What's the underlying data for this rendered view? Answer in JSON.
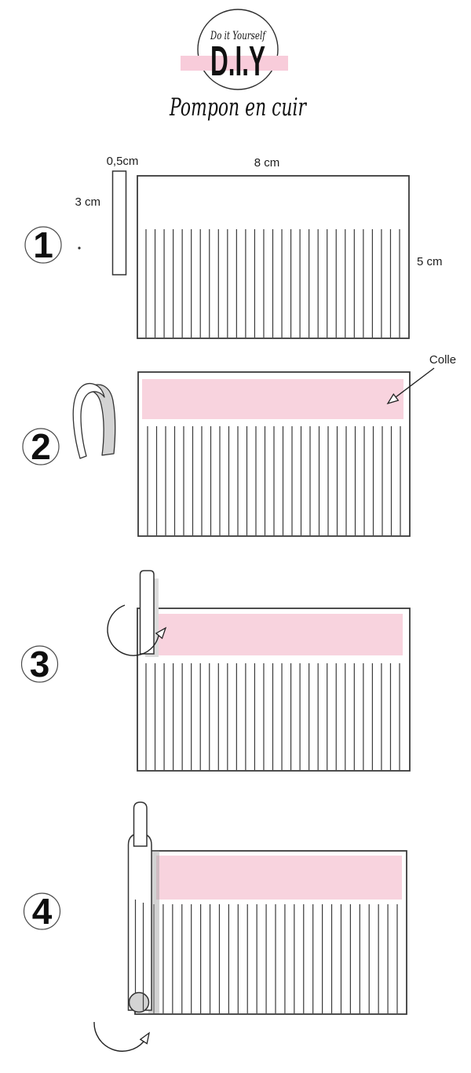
{
  "header": {
    "tagline": "Do it Yourself",
    "brand": "D.I.Y",
    "title": "Pompon en cuir"
  },
  "labels": {
    "strip_width": "0,5cm",
    "strip_height": "3 cm",
    "sheet_width": "8 cm",
    "sheet_height": "5 cm",
    "glue": "Colle"
  },
  "steps": [
    {
      "number": "1"
    },
    {
      "number": "2"
    },
    {
      "number": "3"
    },
    {
      "number": "4"
    }
  ],
  "fringe": {
    "counts": [
      29,
      29,
      29,
      27
    ]
  },
  "colors": {
    "brand_pink": "#F8CCDA",
    "glue_pink": "#F8D3DE",
    "line": "#3A3A3A",
    "gray_fill": "#D3D3D3"
  }
}
